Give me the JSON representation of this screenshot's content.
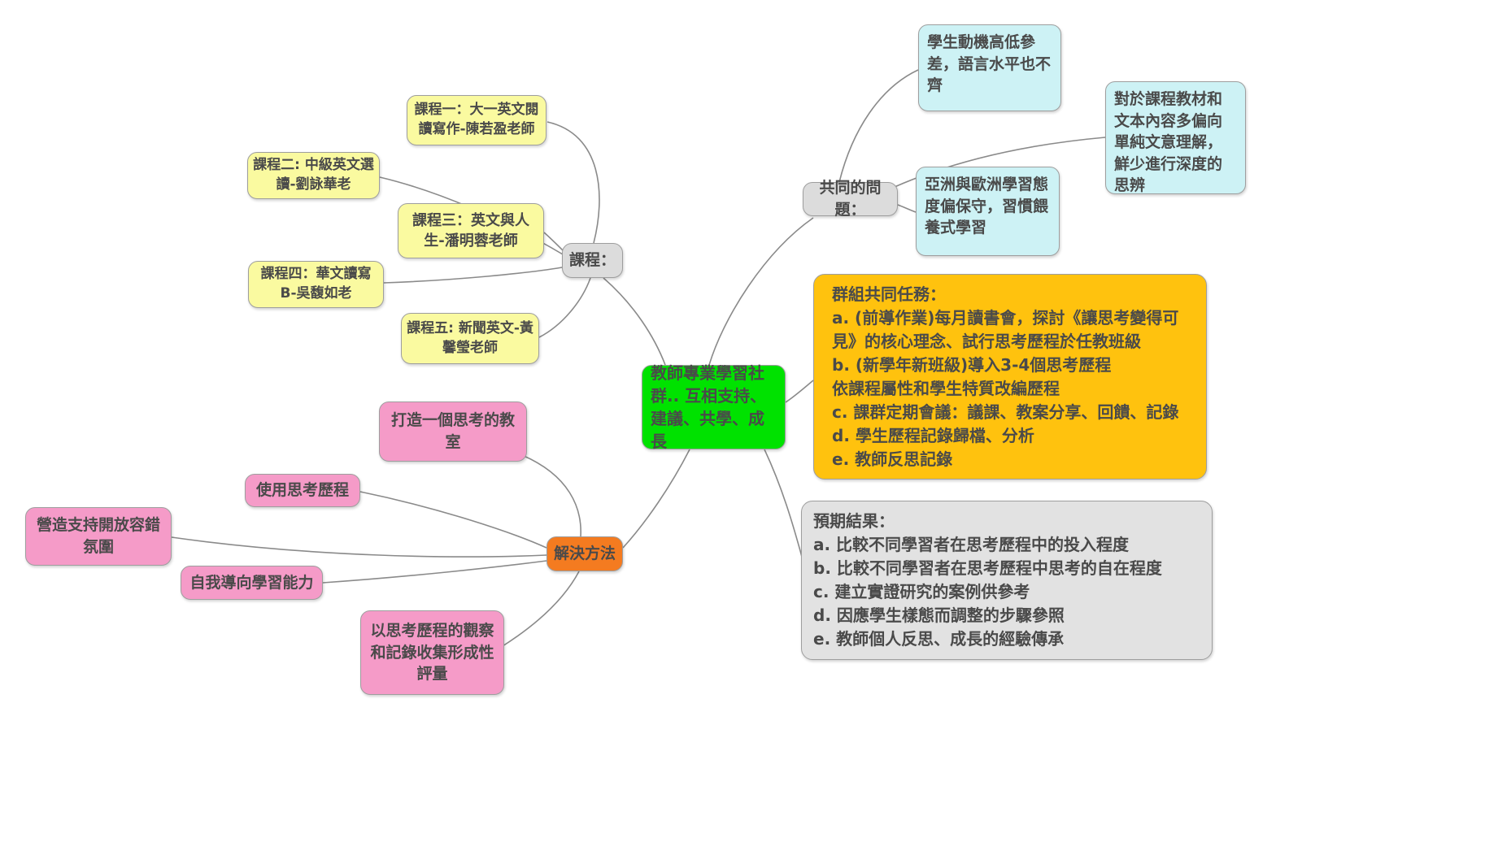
{
  "diagram": {
    "center": {
      "label": "教師專業學習社群.. 互相支持、建議、共學、成長"
    },
    "courses": {
      "hub_label": "課程：",
      "items": [
        {
          "label": "課程一：大一英文閱讀寫作-陳若盈老師"
        },
        {
          "label": "課程二: 中級英文選讀-劉詠華老"
        },
        {
          "label": "課程三：英文與人生-潘明蓉老師"
        },
        {
          "label": "課程四：華文讀寫B-吳馥如老"
        },
        {
          "label": "課程五: 新聞英文-黃馨瑩老師"
        }
      ]
    },
    "problems": {
      "hub_label": "共同的問題：",
      "items": [
        {
          "label": "學生動機高低參差，語言水平也不齊"
        },
        {
          "label": "對於課程教材和文本內容多偏向單純文意理解，鮮少進行深度的思辨"
        },
        {
          "label": "亞洲與歐洲學習態度偏保守，習慣餵養式學習"
        }
      ]
    },
    "tasks": {
      "lines": [
        "群組共同任務：",
        "a. (前導作業)每月讀書會，探討《讓思考變得可見》的核心理念、試行思考歷程於任教班級",
        "b. (新學年新班級)導入3-4個思考歷程",
        "依課程屬性和學生特質改編歷程",
        "c. 課群定期會議：議課、教案分享、回饋、記錄",
        "d. 學生歷程記錄歸檔、分析",
        "e. 教師反思記錄"
      ]
    },
    "results": {
      "lines": [
        "預期結果：",
        "a. 比較不同學習者在思考歷程中的投入程度",
        "b. 比較不同學習者在思考歷程中思考的自在程度",
        "c. 建立實證研究的案例供參考",
        "d. 因應學生樣態而調整的步驟參照",
        "e. 教師個人反思、成長的經驗傳承"
      ]
    },
    "solutions": {
      "hub_label": "解決方法",
      "items": [
        {
          "label": "打造一個思考的教室"
        },
        {
          "label": "使用思考歷程"
        },
        {
          "label": "營造支持開放容錯氛圍"
        },
        {
          "label": "自我導向學習能力"
        },
        {
          "label": "以思考歷程的觀察和記錄收集形成性評量"
        }
      ]
    },
    "colors": {
      "course_node": "#fafaa0",
      "hub_node": "#dcdcdc",
      "center_node": "#00e200",
      "problem_node": "#cdf2f5",
      "task_box": "#ffc20e",
      "result_box": "#e2e2e2",
      "solution_hub": "#f47b20",
      "solution_node": "#f59bc8",
      "edge_line": "#8a8a8a",
      "text": "#4a4a4a"
    }
  }
}
